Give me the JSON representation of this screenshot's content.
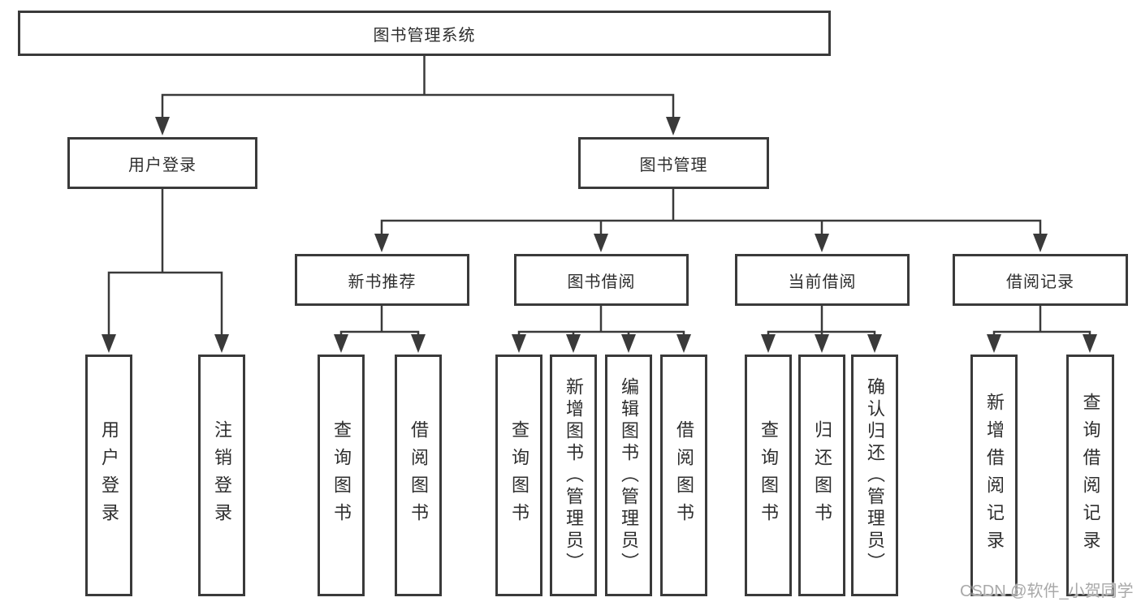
{
  "diagram": {
    "root": {
      "label": "图书管理系统"
    },
    "branches": [
      {
        "label": "用户登录",
        "children": [
          {
            "label": "用户登录"
          },
          {
            "label": "注销登录"
          }
        ]
      },
      {
        "label": "图书管理",
        "groups": [
          {
            "label": "新书推荐",
            "children": [
              {
                "label": "查询图书"
              },
              {
                "label": "借阅图书"
              }
            ]
          },
          {
            "label": "图书借阅",
            "children": [
              {
                "label": "查询图书"
              },
              {
                "label": "新增图书（管理员）"
              },
              {
                "label": "编辑图书（管理员）"
              },
              {
                "label": "借阅图书"
              }
            ]
          },
          {
            "label": "当前借阅",
            "children": [
              {
                "label": "查询图书"
              },
              {
                "label": "归还图书"
              },
              {
                "label": "确认归还（管理员）"
              }
            ]
          },
          {
            "label": "借阅记录",
            "children": [
              {
                "label": "新增借阅记录"
              },
              {
                "label": "查询借阅记录"
              }
            ]
          }
        ]
      }
    ],
    "colors": {
      "line": "#3a3a3a",
      "text": "#2e2e2e",
      "box_fill": "#ffffff",
      "watermark": "#a9a9a9",
      "background": "#ffffff"
    }
  },
  "watermark": {
    "text": "CSDN @软件_小贺同学"
  }
}
